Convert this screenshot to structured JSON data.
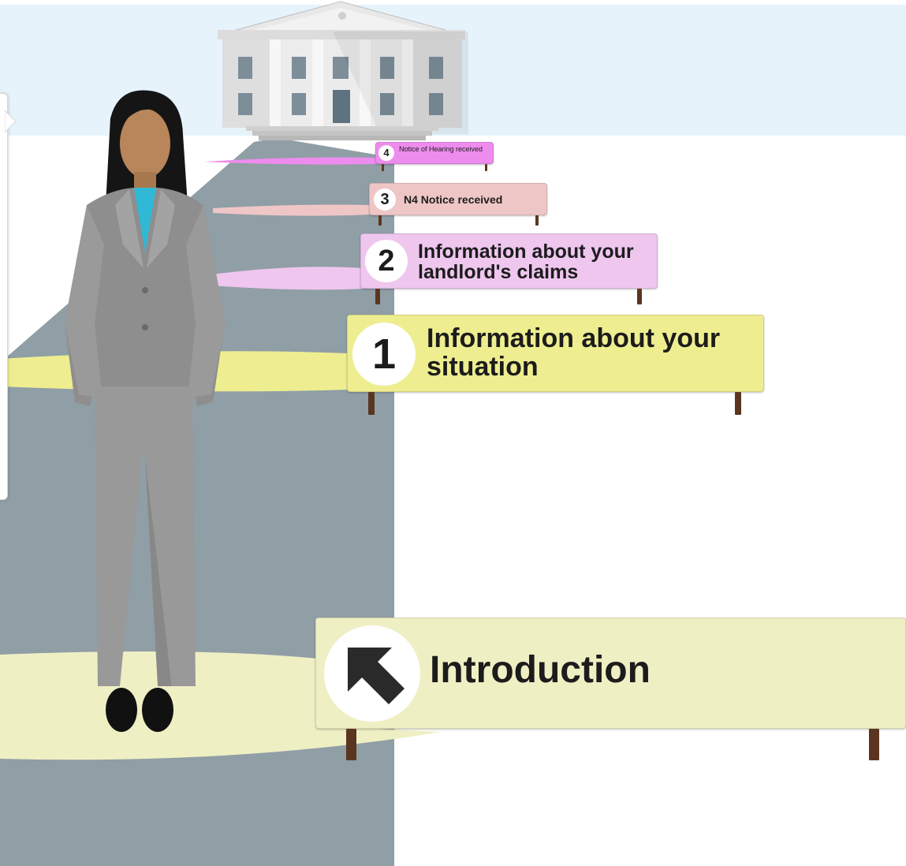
{
  "colors": {
    "sky": "#e6f3fb",
    "road": "#909ea6",
    "sign_step4": "#ee8cee",
    "sign_step3": "#efc6c6",
    "sign_step2": "#eec6ee",
    "sign_step1": "#eeee90",
    "sign_intro": "#efefc4",
    "post": "#5a3620"
  },
  "steps": [
    {
      "number": "4",
      "label": "Notice of Hearing received"
    },
    {
      "number": "3",
      "label": "N4 Notice received"
    },
    {
      "number": "2",
      "label": "Information about your landlord's claims"
    },
    {
      "number": "1",
      "label": "Information about your situation"
    }
  ],
  "intro": {
    "label": "Introduction",
    "icon": "arrow-up-left-icon"
  },
  "scene": {
    "building_icon": "courthouse-icon",
    "person_icon": "person-in-suit-icon",
    "panel_toggle_icon": "chevron-right-icon"
  }
}
